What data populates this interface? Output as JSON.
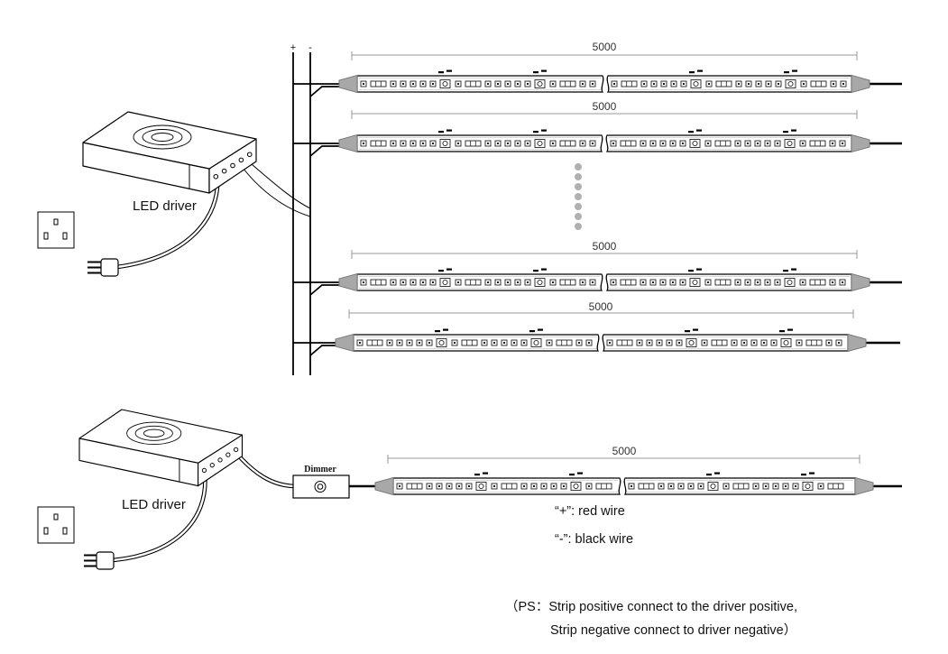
{
  "bus": {
    "plus_label": "+",
    "minus_label": "-"
  },
  "strips": [
    {
      "length_label": "5000"
    },
    {
      "length_label": "5000"
    },
    {
      "length_label": "5000"
    },
    {
      "length_label": "5000"
    },
    {
      "length_label": "5000"
    }
  ],
  "drivers": [
    {
      "label": "LED driver"
    },
    {
      "label": "LED driver"
    }
  ],
  "dimmer": {
    "label": "Dimmer"
  },
  "legend": {
    "plus_wire": "“+”: red wire",
    "minus_wire": "“-”: black wire"
  },
  "note": {
    "line1": "（PS：Strip positive connect to the driver positive,",
    "line2": "Strip negative connect to driver negative）"
  },
  "colors": {
    "line": "#000000",
    "connector": "#a8a8a8",
    "connector_edge": "#7a7a7a",
    "dimension": "#9a9a9a",
    "dots": "#b0b0b0",
    "led_outline": "#222222"
  }
}
